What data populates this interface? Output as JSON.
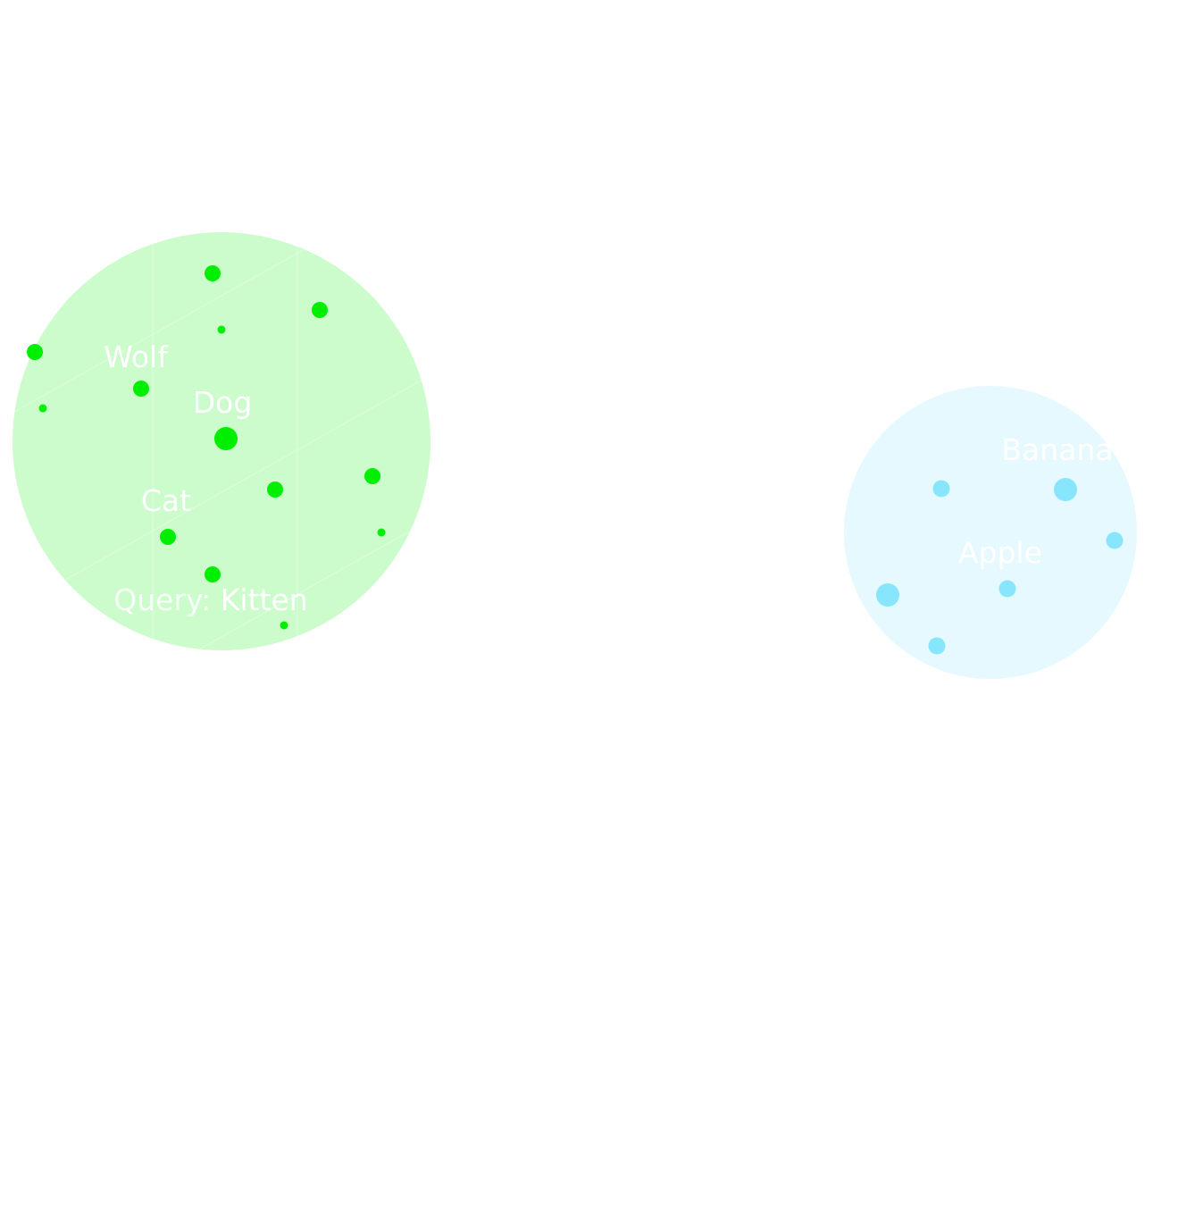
{
  "clusters": {
    "animals": {
      "fill": "#ccfccc",
      "point_color": "#00ee00",
      "labels": {
        "wolf": "Wolf",
        "dog": "Dog",
        "cat": "Cat",
        "query_prefix": "Query:",
        "query_word": "Kitten"
      }
    },
    "fruits": {
      "fill": "#e5f9fe",
      "point_color": "#88e6fc",
      "labels": {
        "banana": "Banana",
        "apple": "Apple"
      }
    }
  }
}
